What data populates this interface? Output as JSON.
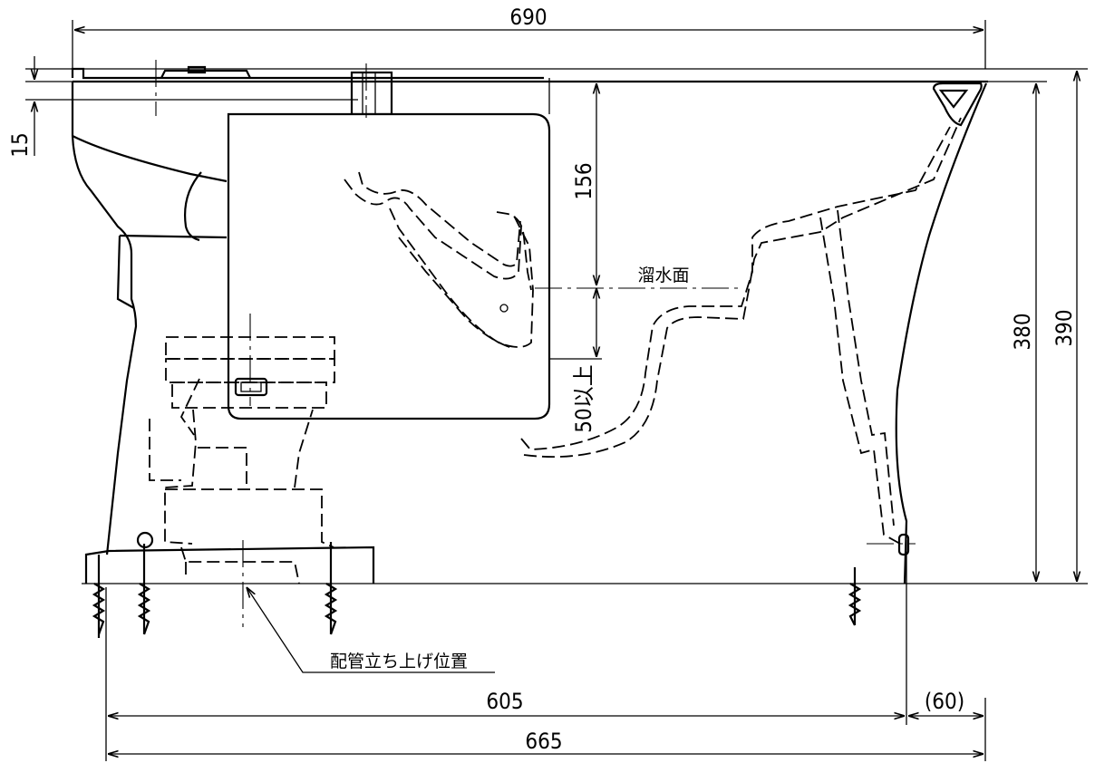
{
  "dimensions": {
    "overall_top": "690",
    "rim_offset": "15",
    "water_depth": "156",
    "seal_min": "50以上",
    "height_inner": "380",
    "height_outer": "390",
    "bottom_inner": "605",
    "bottom_rear": "(60)",
    "bottom_overall": "665"
  },
  "labels": {
    "water_surface": "溜水面",
    "pipe_position": "配管立ち上げ位置"
  }
}
